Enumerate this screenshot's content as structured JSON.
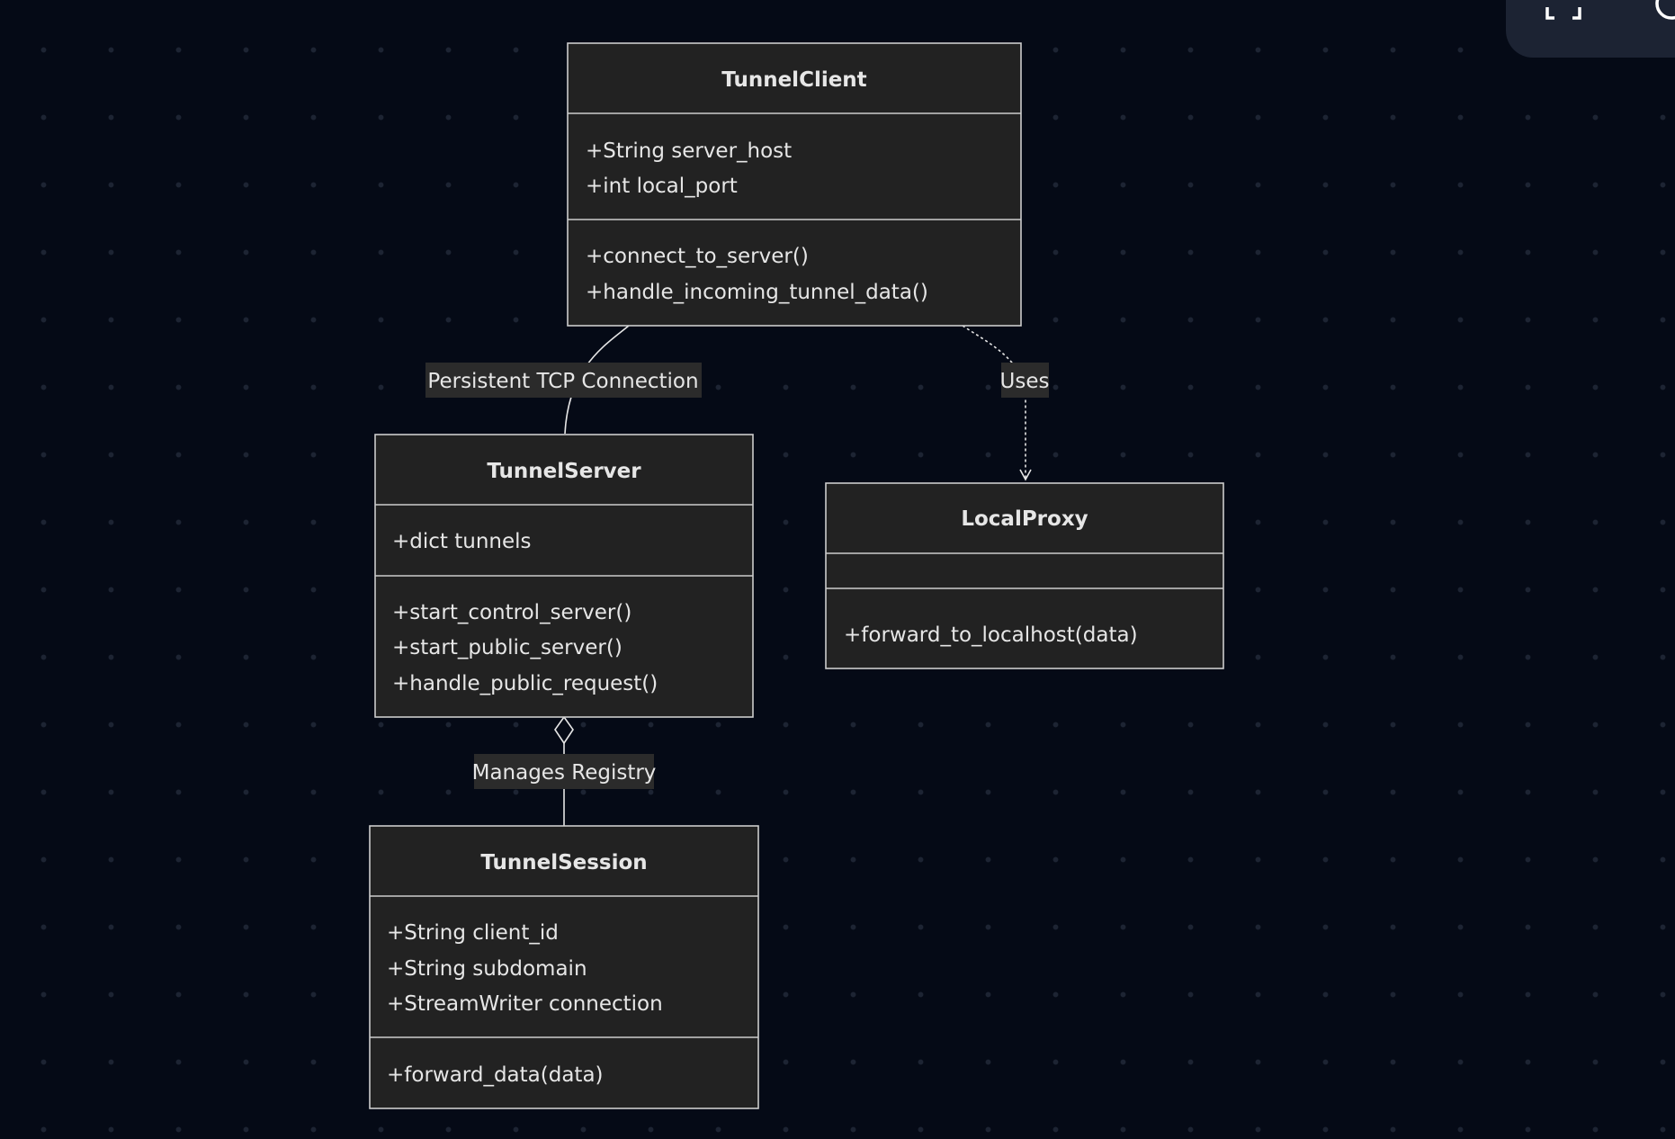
{
  "diagram": {
    "classes": [
      {
        "id": "tunnel-client",
        "name": "TunnelClient",
        "attributes": [
          "+String server_host",
          "+int local_port"
        ],
        "methods": [
          "+connect_to_server()",
          "+handle_incoming_tunnel_data()"
        ]
      },
      {
        "id": "tunnel-server",
        "name": "TunnelServer",
        "attributes": [
          "+dict tunnels"
        ],
        "methods": [
          "+start_control_server()",
          "+start_public_server()",
          "+handle_public_request()"
        ]
      },
      {
        "id": "local-proxy",
        "name": "LocalProxy",
        "attributes": [],
        "methods": [
          "+forward_to_localhost(data)"
        ]
      },
      {
        "id": "tunnel-session",
        "name": "TunnelSession",
        "attributes": [
          "+String client_id",
          "+String subdomain",
          "+StreamWriter connection"
        ],
        "methods": [
          "+forward_data(data)"
        ]
      }
    ],
    "relations": [
      {
        "id": "client-server",
        "from": "TunnelClient",
        "to": "TunnelServer",
        "type": "association",
        "label": "Persistent TCP Connection"
      },
      {
        "id": "client-proxy",
        "from": "TunnelClient",
        "to": "LocalProxy",
        "type": "dependency",
        "label": "Uses"
      },
      {
        "id": "server-session",
        "from": "TunnelServer",
        "to": "TunnelSession",
        "type": "aggregation",
        "label": "Manages Registry"
      }
    ]
  },
  "toolbar": {
    "fullscreen_icon": "fullscreen-icon",
    "settings_icon": "settings-icon"
  },
  "colors": {
    "background": "#050a16",
    "node_fill": "#222222",
    "node_border": "#cccccc",
    "label_bg": "#2b2b2b",
    "text": "#e6e6e6"
  }
}
